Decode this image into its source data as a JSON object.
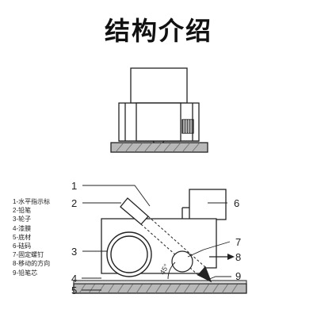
{
  "title": "结构介绍",
  "legend": [
    "1-水平指示标",
    "2-铅笔",
    "3-轮子",
    "4-漆膜",
    "5-底材",
    "6-砝码",
    "7-固定螺钉",
    "8-移动的方向",
    "9-铅笔芯"
  ],
  "callouts": {
    "n1": "1",
    "n2": "2",
    "n3": "3",
    "n4": "4",
    "n5": "5",
    "n6": "6",
    "n7": "7",
    "n8": "8",
    "n9": "9"
  },
  "angle_label": "45°",
  "colors": {
    "line": "#222222",
    "substrate_fill": "#b8b8b8",
    "film_fill": "#dddddd",
    "background": "#ffffff"
  }
}
